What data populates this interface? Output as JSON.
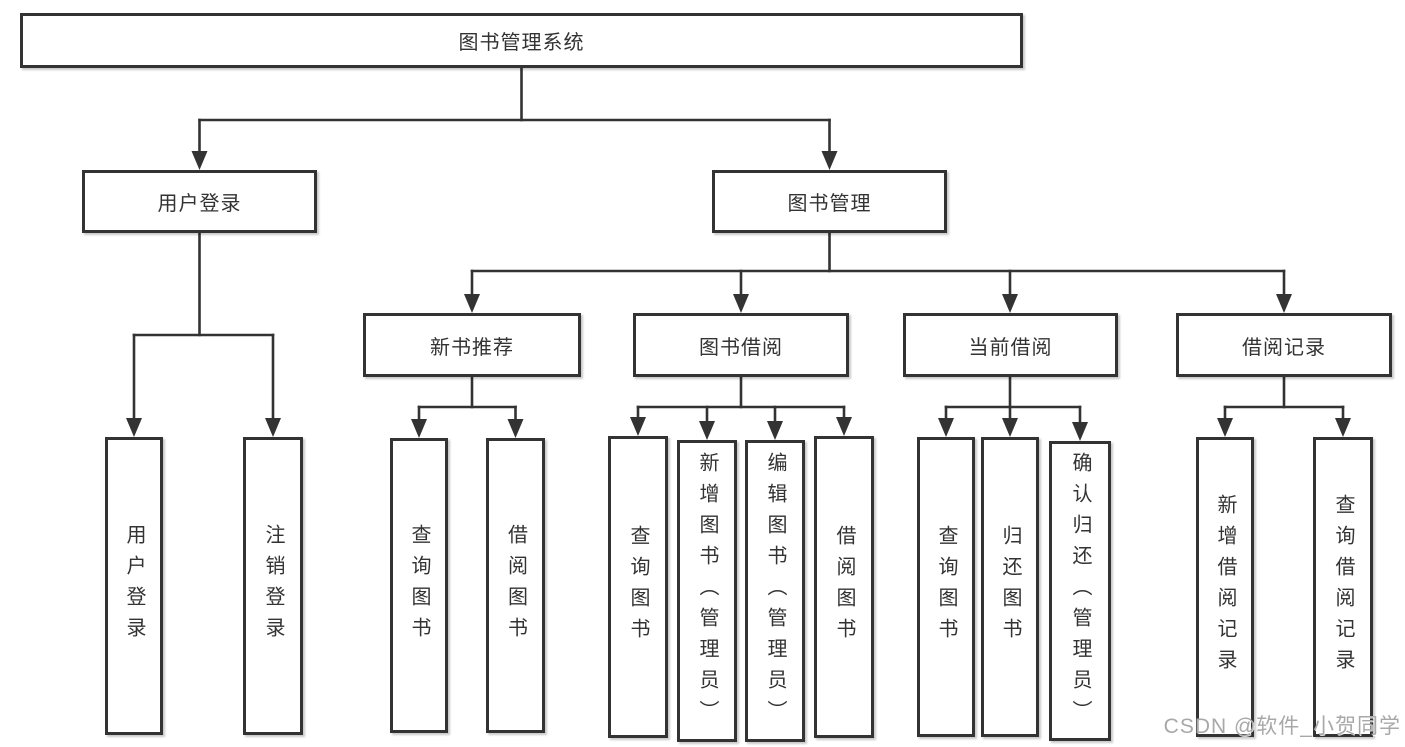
{
  "diagram": {
    "root": "图书管理系统",
    "branches": [
      {
        "label": "用户登录",
        "children": [
          "用户登录",
          "注销登录"
        ]
      },
      {
        "label": "图书管理",
        "children": [
          {
            "label": "新书推荐",
            "children": [
              "查询图书",
              "借阅图书"
            ]
          },
          {
            "label": "图书借阅",
            "children": [
              "查询图书",
              "新增图书（管理员）",
              "编辑图书（管理员）",
              "借阅图书"
            ]
          },
          {
            "label": "当前借阅",
            "children": [
              "查询图书",
              "归还图书",
              "确认归还（管理员）"
            ]
          },
          {
            "label": "借阅记录",
            "children": [
              "新增借阅记录",
              "查询借阅记录"
            ]
          }
        ]
      }
    ]
  },
  "watermark": "CSDN @软件_小贺同学",
  "colors": {
    "background": "#ffffff",
    "border": "#333333",
    "text": "#333333",
    "watermark": "#a8a8a8"
  }
}
